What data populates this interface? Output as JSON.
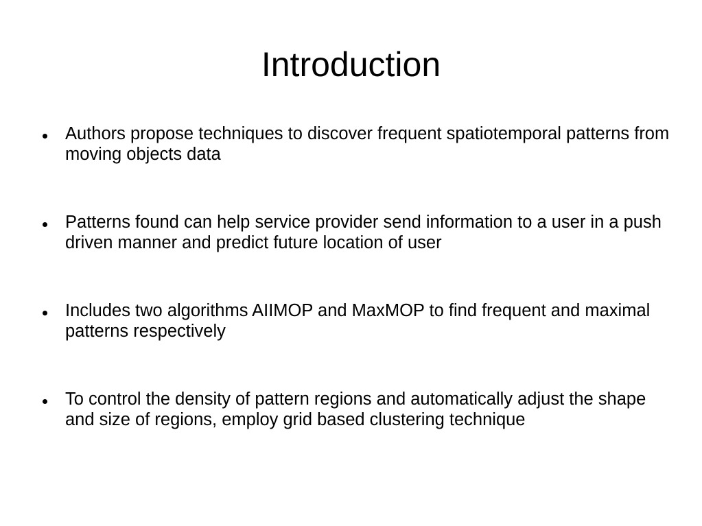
{
  "slide": {
    "title": "Introduction",
    "bullets": [
      "Authors propose techniques to discover frequent spatiotemporal patterns from moving objects data",
      "Patterns found can help service provider send information to a user in a push driven manner and predict future location of user",
      "Includes two algorithms AIIMOP and MaxMOP to find frequent and maximal patterns respectively",
      "To control the density of pattern regions and automatically adjust the shape and size of regions, employ grid based clustering technique"
    ]
  }
}
